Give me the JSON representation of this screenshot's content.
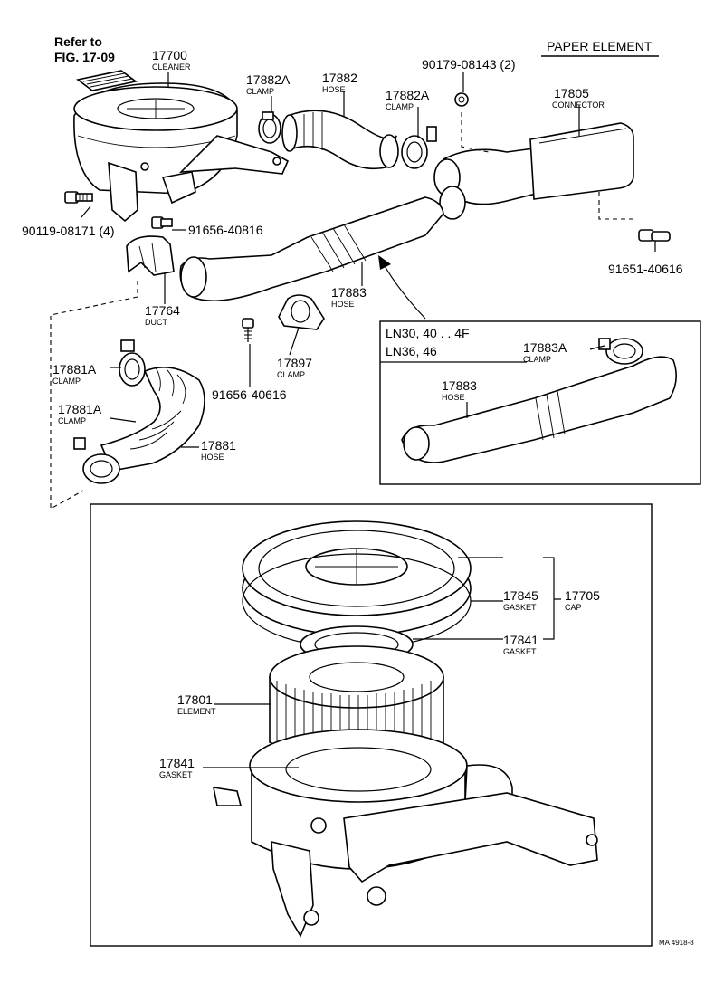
{
  "header": {
    "title": "PAPER ELEMENT"
  },
  "refer": {
    "line1": "Refer to",
    "line2": "FIG. 17-09"
  },
  "callouts": {
    "c17700": {
      "num": "17700",
      "name": "CLEANER"
    },
    "c17882a_1": {
      "num": "17882A",
      "name": "CLAMP"
    },
    "c17882": {
      "num": "17882",
      "name": "HOSE"
    },
    "c90179": {
      "num": "90179-08143 (2)"
    },
    "c17882a_2": {
      "num": "17882A",
      "name": "CLAMP"
    },
    "c17805": {
      "num": "17805",
      "name": "CONNECTOR"
    },
    "c90119": {
      "num": "90119-08171 (4)"
    },
    "c91656a": {
      "num": "91656-40816"
    },
    "c17764": {
      "num": "17764",
      "name": "DUCT"
    },
    "c17883": {
      "num": "17883",
      "name": "HOSE"
    },
    "c91651": {
      "num": "91651-40616"
    },
    "c17881a_1": {
      "num": "17881A",
      "name": "CLAMP"
    },
    "c17881a_2": {
      "num": "17881A",
      "name": "CLAMP"
    },
    "c17881": {
      "num": "17881",
      "name": "HOSE"
    },
    "c17897": {
      "num": "17897",
      "name": "CLAMP"
    },
    "c91656b": {
      "num": "91656-40616"
    }
  },
  "inset": {
    "models_line1": "LN30, 40 . . 4F",
    "models_line2": "LN36, 46",
    "c17883a": {
      "num": "17883A",
      "name": "CLAMP"
    },
    "c17883": {
      "num": "17883",
      "name": "HOSE"
    }
  },
  "detail": {
    "c17845": {
      "num": "17845",
      "name": "GASKET"
    },
    "c17705": {
      "num": "17705",
      "name": "CAP"
    },
    "c17841_top": {
      "num": "17841",
      "name": "GASKET"
    },
    "c17801": {
      "num": "17801",
      "name": "ELEMENT"
    },
    "c17841_bot": {
      "num": "17841",
      "name": "GASKET"
    }
  },
  "footer": {
    "code": "MA 4918-8"
  }
}
